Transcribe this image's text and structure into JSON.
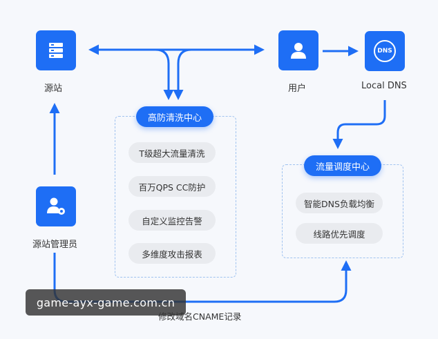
{
  "nodes": {
    "origin": {
      "label": "源站",
      "icon": "server-icon"
    },
    "user": {
      "label": "用户",
      "icon": "user-icon"
    },
    "local_dns": {
      "label": "Local DNS",
      "icon": "dns-icon",
      "icon_text": "DNS"
    },
    "admin": {
      "label": "源站管理员",
      "icon": "admin-user-gear-icon"
    }
  },
  "center": {
    "title": "高防清洗中心",
    "items": [
      "T级超大流量清洗",
      "百万QPS CC防护",
      "自定义监控告警",
      "多维度攻击报表"
    ]
  },
  "dispatch": {
    "title": "流量调度中心",
    "items": [
      "智能DNS负载均衡",
      "线路优先调度"
    ]
  },
  "bottom_label": "修改域名CNAME记录",
  "watermark": "game-ayx-game.com.cn",
  "colors": {
    "accent": "#1e6ef5",
    "item_bg": "#e9ebef",
    "dash": "#9fc2ef"
  }
}
